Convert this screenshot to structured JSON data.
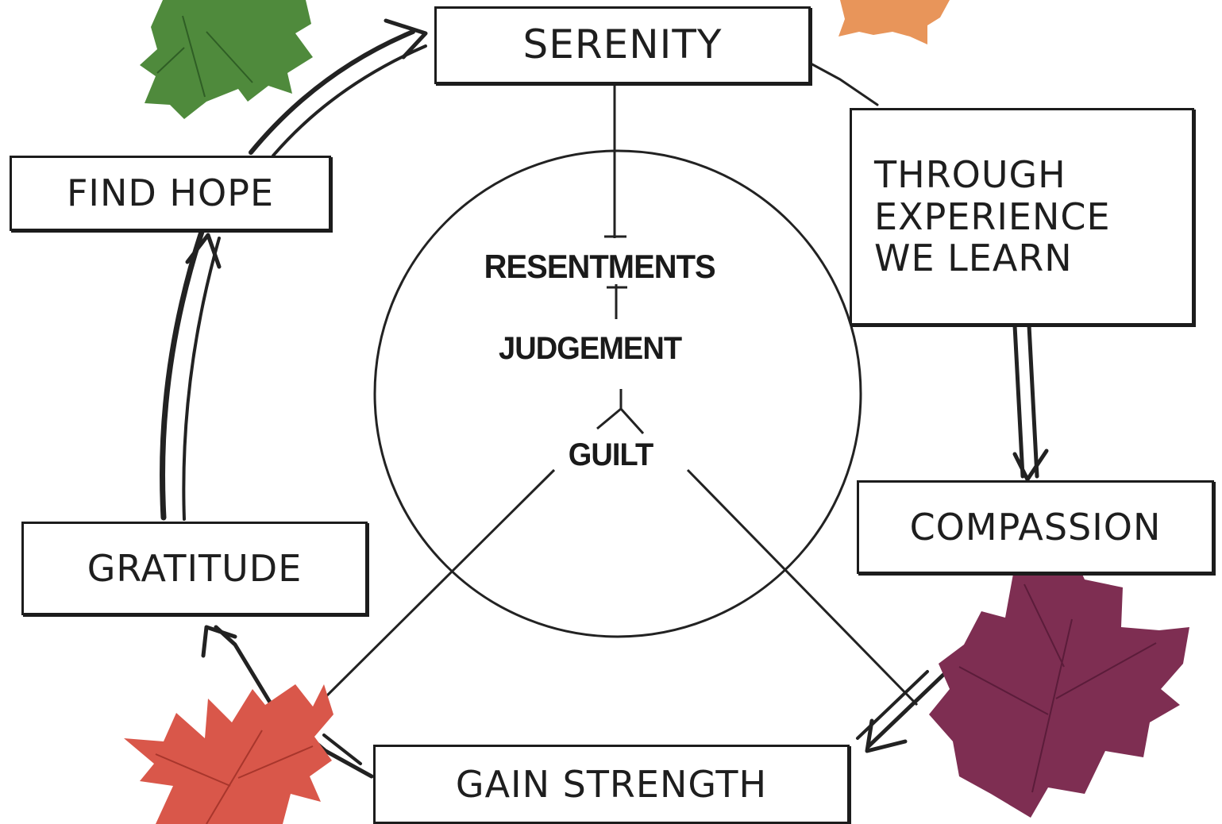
{
  "diagram": {
    "boxes": {
      "serenity": "SERENITY",
      "find_hope": "FIND HOPE",
      "through_experience": [
        "THROUGH",
        "EXPERIENCE",
        "WE LEARN"
      ],
      "compassion": "COMPASSION",
      "gratitude": "GRATITUDE",
      "gain_strength": "GAIN STRENGTH"
    },
    "center": {
      "resentments": "RESENTMENTS",
      "judgement": "JUDGEMENT",
      "guilt": "GUILT"
    }
  },
  "colors": {
    "ink": "#1c1c1c",
    "leaf_green": "#4f8a3c",
    "leaf_orange": "#e8955a",
    "leaf_red": "#d9574a",
    "leaf_purple": "#7e2e52"
  }
}
